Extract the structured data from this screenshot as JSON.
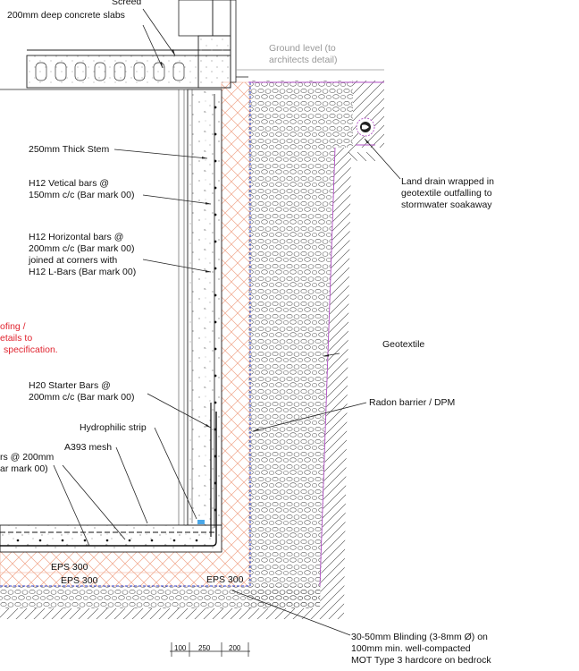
{
  "labels": {
    "screed": "Screed",
    "slabs": "200mm deep concrete slabs",
    "ground_level": "Ground level (to",
    "ground_level_2": "architects detail)",
    "stem": "250mm Thick Stem",
    "vert_bars_1": "H12 Vetical bars @",
    "vert_bars_2": "150mm c/c (Bar mark 00)",
    "horiz_bars_1": "H12 Horizontal bars @",
    "horiz_bars_2": "200mm c/c (Bar mark 00)",
    "horiz_bars_3": "joined at corners with",
    "horiz_bars_4": "H12 L-Bars (Bar mark 00)",
    "land_drain_1": "Land drain wrapped in",
    "land_drain_2": "geotextile outfalling to",
    "land_drain_3": "stormwater soakaway",
    "waterproof_1": "ofing /",
    "waterproof_2": "etails to",
    "waterproof_3": "specification.",
    "geotextile": "Geotextile",
    "starter_1": "H20 Starter Bars @",
    "starter_2": "200mm c/c (Bar mark 00)",
    "radon": "Radon barrier / DPM",
    "hydrophilic": "Hydrophilic strip",
    "mesh": "A393 mesh",
    "bars_200_1": "rs @ 200mm",
    "bars_200_2": "ar mark 00)",
    "eps_1": "EPS 300",
    "eps_2": "EPS 300",
    "eps_3": "EPS 300",
    "blinding_1": "30-50mm Blinding (3-8mm Ø) on",
    "blinding_2": "100mm min. well-compacted",
    "blinding_3": "MOT Type 3 hardcore on bedrock",
    "dim_100": "100",
    "dim_250": "250",
    "dim_200": "200"
  },
  "colors": {
    "eps_hatch": "#f0a58a",
    "geotextile": "#b04fc4",
    "dpm": "#2c3cc8",
    "hydrophilic": "#4aa7e8",
    "note_red": "#e0242f",
    "leader": "#222222"
  }
}
